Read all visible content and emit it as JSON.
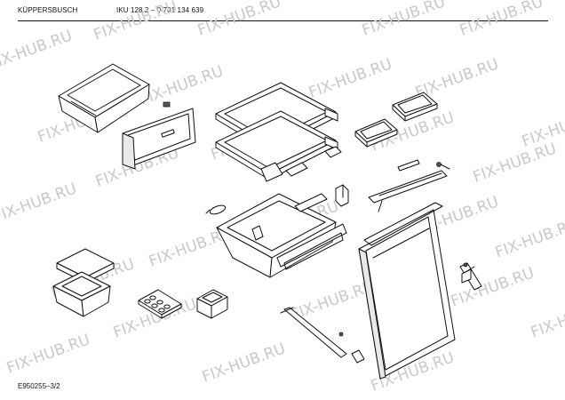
{
  "header": {
    "brand": "KÜPPERSBUSCH",
    "model": "IKU 128.2 – 0 701 134 639"
  },
  "footer": {
    "code": "E950255–3/2"
  },
  "watermark": {
    "text": "FIX-HUB.RU",
    "color": "#c9c9c9"
  }
}
